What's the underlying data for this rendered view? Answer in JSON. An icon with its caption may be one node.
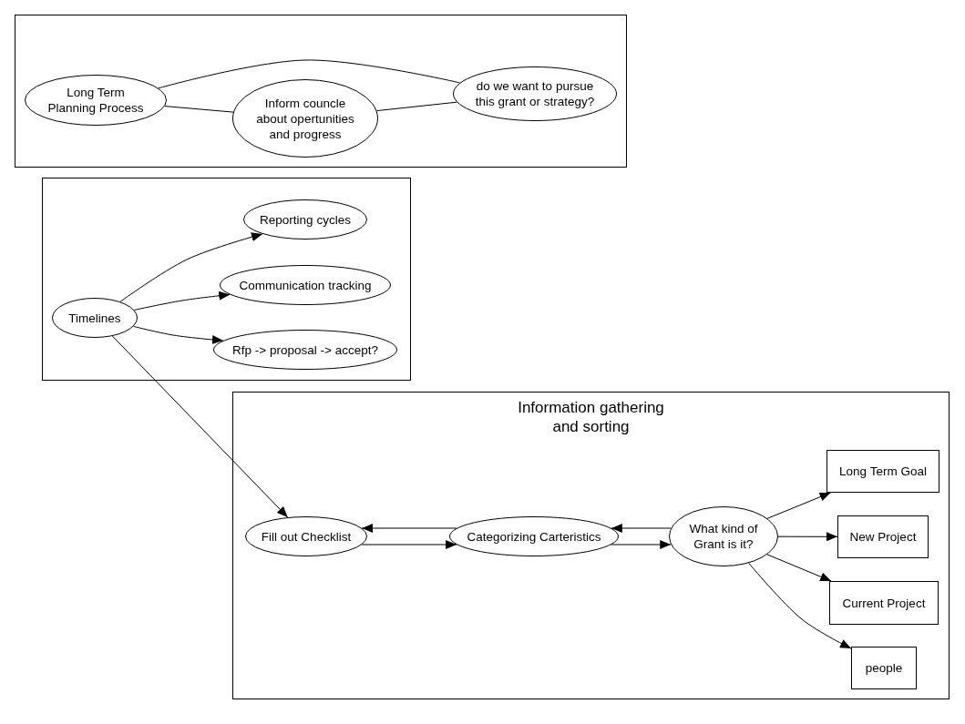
{
  "diagram": {
    "nodes": [
      {
        "text": [],
        "shape": "box"
      },
      {
        "text": [
          "Long Term Planning Process"
        ],
        "in": 0
      },
      {
        "text": [
          "Inform councle about opertunities and progress"
        ],
        "in": 0
      },
      {
        "text": [
          "do we want to pursue this grant or strategy?"
        ],
        "in": 0
      },
      {
        "text": [],
        "shape": "box"
      },
      {
        "text": [
          "Timelines"
        ],
        "in": 4
      },
      {
        "text": [
          "Reporting cycles"
        ],
        "in": 4
      },
      {
        "text": [
          "Communication tracking"
        ],
        "in": 4
      },
      {
        "text": [
          "Rfp -> proposal -> accept?"
        ],
        "in": 4
      },
      {
        "text": [
          "Information gathering and sorting"
        ]
      },
      {
        "text": [
          "Fill out Checklist"
        ],
        "in": 9
      },
      {
        "text": [
          "Categorizing Carteristics"
        ],
        "in": 9
      },
      {
        "text": [
          "What kind of Grant is it?"
        ],
        "in": 9
      },
      {
        "text": [
          "Long Term Goal"
        ],
        "in": 9
      },
      {
        "text": [
          "New Project"
        ],
        "in": 9
      },
      {
        "text": [
          "Current Project"
        ],
        "in": 9
      },
      {
        "text": [
          "people"
        ],
        "in": 9
      }
    ],
    "edges": [
      {
        "from": 1,
        "to": 2,
        "arrow": "none"
      },
      {
        "from": 2,
        "to": 3,
        "arrow": "none"
      },
      {
        "from": 1,
        "to": 3,
        "arrow": "none"
      },
      {
        "from": 5,
        "to": 6,
        "arrow": "to"
      },
      {
        "from": 5,
        "to": 7,
        "arrow": "to"
      },
      {
        "from": 5,
        "to": 8,
        "arrow": "to"
      },
      {
        "from": 5,
        "to": 10,
        "arrow": "to"
      },
      {
        "from": 10,
        "to": 11,
        "arrow": "to"
      },
      {
        "from": 11,
        "to": 10,
        "arrow": "to"
      },
      {
        "from": 11,
        "to": 12,
        "arrow": "to"
      },
      {
        "from": 12,
        "to": 11,
        "arrow": "to"
      },
      {
        "from": 12,
        "to": 13,
        "arrow": "to"
      },
      {
        "from": 12,
        "to": 14,
        "arrow": "to"
      },
      {
        "from": 12,
        "to": 15,
        "arrow": "to"
      },
      {
        "from": 12,
        "to": 16,
        "arrow": "to"
      }
    ]
  }
}
